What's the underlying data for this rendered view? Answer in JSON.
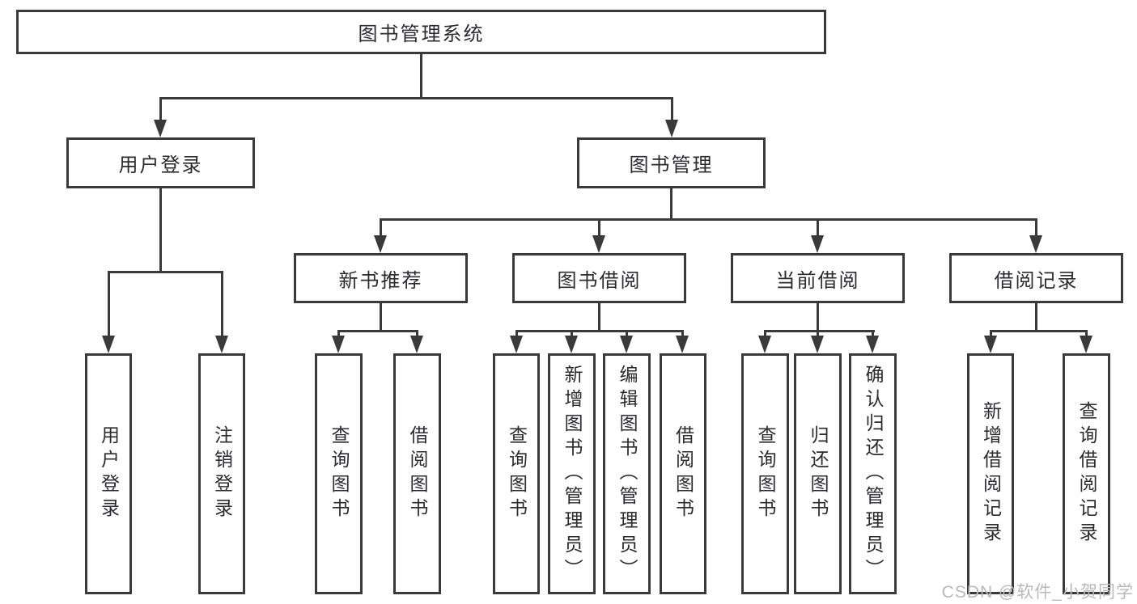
{
  "colors": {
    "line": "#3a3a3c",
    "text": "#2b2b30",
    "watermark": "#b9b9b9"
  },
  "watermark": "CSDN @软件_小贺同学",
  "chart_type": "hierarchy-diagram",
  "tree": {
    "root": {
      "label": "图书管理系统",
      "children": [
        {
          "label": "用户登录",
          "children": [
            {
              "label": "用户登录"
            },
            {
              "label": "注销登录"
            }
          ]
        },
        {
          "label": "图书管理",
          "children": [
            {
              "label": "新书推荐",
              "children": [
                {
                  "label": "查询图书"
                },
                {
                  "label": "借阅图书"
                }
              ]
            },
            {
              "label": "图书借阅",
              "children": [
                {
                  "label": "查询图书"
                },
                {
                  "label": "新增图书（管理员）"
                },
                {
                  "label": "编辑图书（管理员）"
                },
                {
                  "label": "借阅图书"
                }
              ]
            },
            {
              "label": "当前借阅",
              "children": [
                {
                  "label": "查询图书"
                },
                {
                  "label": "归还图书"
                },
                {
                  "label": "确认归还（管理员）"
                }
              ]
            },
            {
              "label": "借阅记录",
              "children": [
                {
                  "label": "新增借阅记录"
                },
                {
                  "label": "查询借阅记录"
                }
              ]
            }
          ]
        }
      ]
    }
  }
}
